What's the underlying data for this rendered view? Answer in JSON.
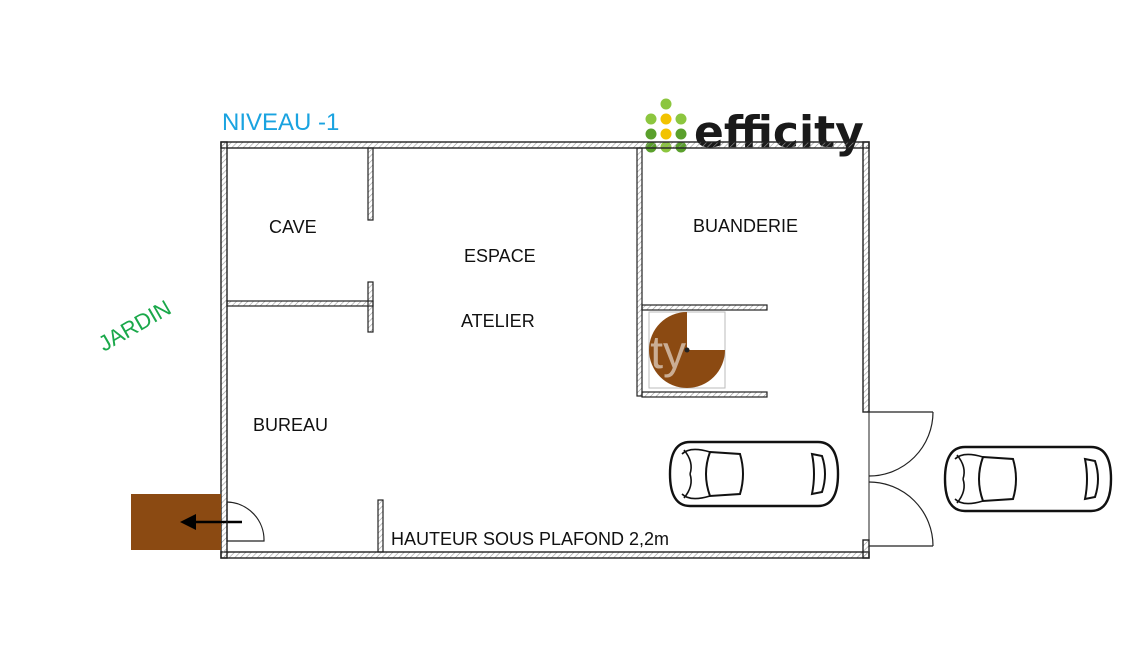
{
  "level_label": "NIVEAU -1",
  "brand": {
    "name": "efficity",
    "text_color": "#1a1a1a",
    "dot_colors": [
      "#8cc63f",
      "#f2c300",
      "#5aa02c"
    ],
    "logo_icon": "dot-grid-logo-icon"
  },
  "outside": {
    "garden_label": "JARDIN",
    "garden_color": "#1aa84a",
    "entrance_color": "#8b4a12"
  },
  "rooms": {
    "cave": "CAVE",
    "espace": "ESPACE",
    "atelier": "ATELIER",
    "buanderie": "BUANDERIE",
    "bureau": "BUREAU"
  },
  "ceiling_note": "HAUTEUR SOUS PLAFOND 2,2m",
  "colors": {
    "level_label": "#1aa3e0",
    "stair": "#8b4a12",
    "wall": "#222222"
  },
  "icons": {
    "stair": "spiral-staircase-icon",
    "arrow": "arrow-left-icon",
    "car_inside": "car-icon",
    "car_outside": "car-icon"
  }
}
